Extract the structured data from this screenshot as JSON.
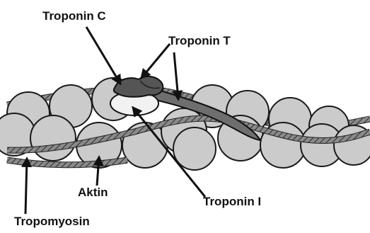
{
  "labels": {
    "troponin_c": "Troponin C",
    "troponin_t": "Troponin T",
    "aktin": "Aktin",
    "troponin_i": "Troponin I",
    "tropomyosin": "Tropomyosin"
  },
  "colors": {
    "actin_fill": "#cbcbcb",
    "outline": "#111111",
    "strand_fill": "#7a7a7a",
    "troponin_c_fill": "#555555",
    "troponin_t_fill": "#6e6e6e",
    "troponin_i_fill": "#f2f2f2",
    "background": "#ffffff"
  }
}
